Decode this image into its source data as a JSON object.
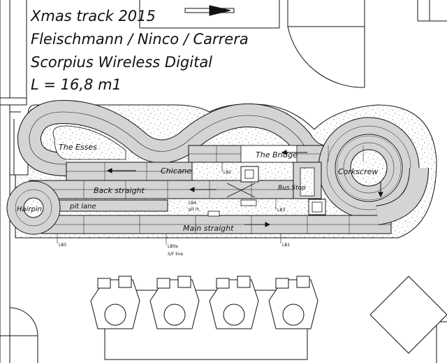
{
  "title_lines": {
    "line1": "Xmas track 2015",
    "line2": "Fleischmann / Ninco / Carrera",
    "line3": "Scorpius Wireless Digital",
    "line4": "L = 16,8 m1"
  },
  "sections": {
    "esses": "The Esses",
    "bridge": "The Bridge",
    "chicane": "Chicane",
    "corkscrew": "Corkscrew",
    "back_straight": "Back straight",
    "bus_stop": "Bus Stop",
    "hairpin": "Hairpin",
    "pit_lane": "pit lane",
    "main_straight": "Main straight"
  },
  "markers": {
    "lb1": "LB1",
    "lb2": "LB2",
    "lb3": "LB3",
    "lb4": "LB4",
    "lb5": "LB5",
    "lb0a": "LB0a",
    "pit_in": "pit in",
    "sf_line": "S/F line"
  },
  "colors": {
    "track": "#d4d4d4",
    "border": "#111111",
    "floor": "#ffffff",
    "table_speckle": "#555555"
  }
}
